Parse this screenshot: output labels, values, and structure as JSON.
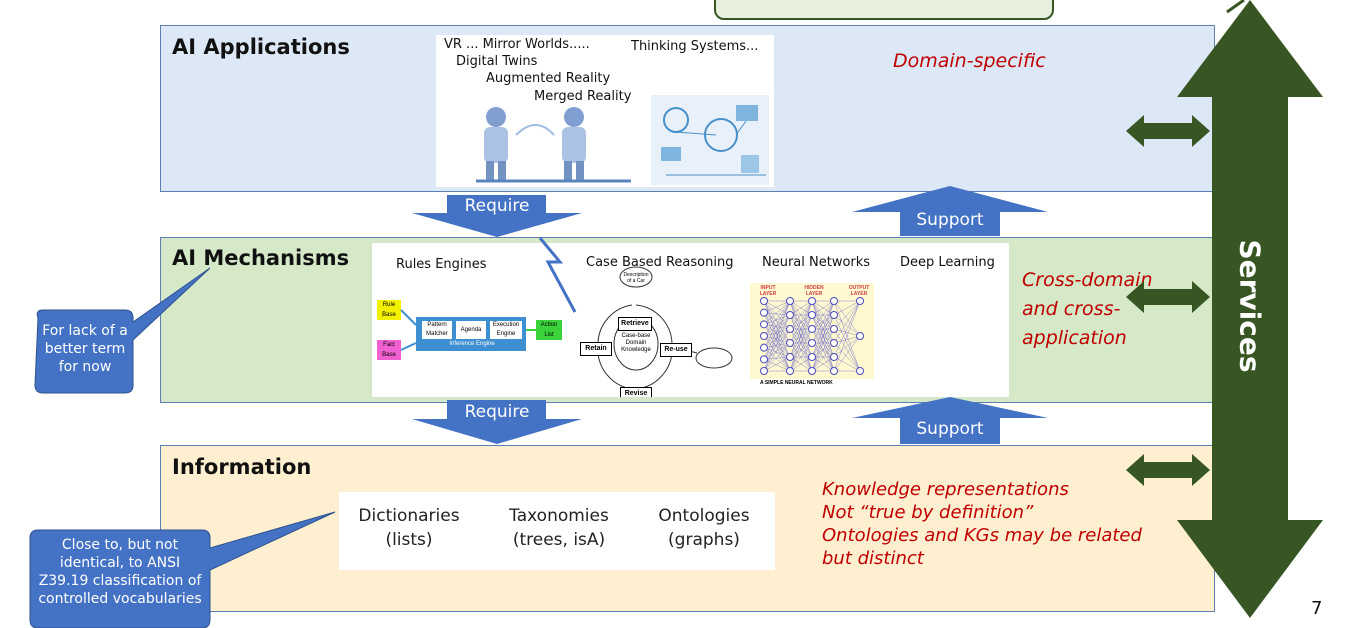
{
  "layers": {
    "applications": {
      "title": "AI Applications",
      "note": "Domain-specific",
      "image_labels": [
        "VR ... Mirror Worlds.....",
        "Thinking Systems...",
        "Digital Twins",
        "Augmented Reality",
        "Merged Reality"
      ]
    },
    "mechanisms": {
      "title": "AI Mechanisms",
      "note_lines": [
        "Cross-domain",
        "and cross-",
        "application"
      ],
      "image_labels": [
        "Rules Engines",
        "Case Based Reasoning",
        "Neural Networks",
        "Deep Learning"
      ],
      "rules_engine": {
        "rule_base": "Rule Base",
        "fact_base": "Fact Base",
        "pattern_matcher": "Pattern Matcher",
        "agenda": "Agenda",
        "execution_engine": "Execution Engine",
        "inference_engine": "Inference Engine",
        "action_list": "Action List"
      },
      "cbr": {
        "retrieve": "Retrieve",
        "reuse": "Re-use",
        "retain": "Retain",
        "revise": "Revise",
        "center": "Case-base Domain Knowledge",
        "top": "Description of a Car"
      },
      "nn": {
        "input": "INPUT LAYER",
        "hidden": "HIDDEN LAYER",
        "output": "OUTPUT LAYER",
        "caption": "A SIMPLE NEURAL NETWORK"
      }
    },
    "information": {
      "title": "Information",
      "columns": [
        {
          "name": "Dictionaries",
          "sub": "(lists)"
        },
        {
          "name": "Taxonomies",
          "sub": "(trees, isA)"
        },
        {
          "name": "Ontologies",
          "sub": "(graphs)"
        }
      ],
      "notes": [
        "Knowledge representations",
        "Not “true by definition”",
        "Ontologies and KGs may be related",
        "but distinct"
      ]
    }
  },
  "arrows": {
    "require_top": "Require",
    "support_top": "Support",
    "require_bottom": "Require",
    "support_bottom": "Support"
  },
  "services_label": "Services",
  "callouts": {
    "mechanisms": [
      "For lack of a",
      "better term",
      "for now"
    ],
    "information": [
      "Close to, but not",
      "identical, to ANSI",
      "Z39.19 classification of",
      "controlled vocabularies"
    ]
  },
  "page_number": "7",
  "colors": {
    "applications_bg": "#dde8f6",
    "mechanisms_bg": "#d5e8c8",
    "information_bg": "#fdefd0",
    "blue_arrow": "#4472c4",
    "services_green": "#375623",
    "note_red": "#c00000"
  }
}
